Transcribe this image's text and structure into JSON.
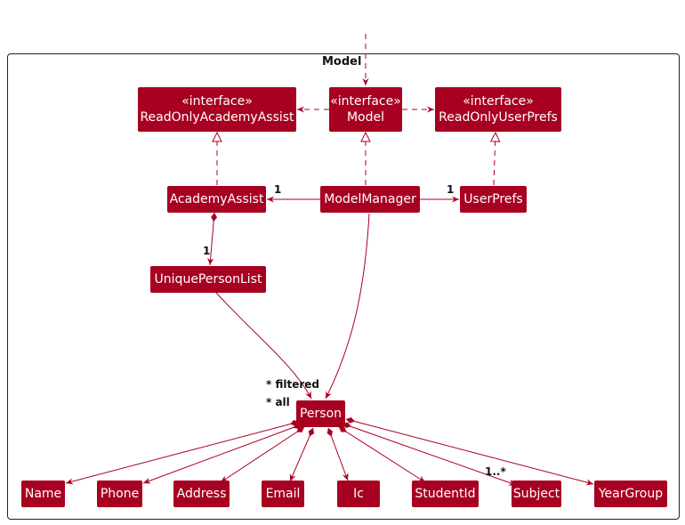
{
  "package": {
    "title": "Model"
  },
  "stereotype": "«interface»",
  "classes": {
    "read_only_academy_assist": "ReadOnlyAcademyAssist",
    "model": "Model",
    "read_only_user_prefs": "ReadOnlyUserPrefs",
    "academy_assist": "AcademyAssist",
    "model_manager": "ModelManager",
    "user_prefs": "UserPrefs",
    "unique_person_list": "UniquePersonList",
    "person": "Person",
    "name": "Name",
    "phone": "Phone",
    "address": "Address",
    "email": "Email",
    "ic": "Ic",
    "student_id": "StudentId",
    "subject": "Subject",
    "year_group": "YearGroup"
  },
  "multiplicities": {
    "model_manager_academy_assist": "1",
    "model_manager_user_prefs": "1",
    "academy_assist_person_list": "1",
    "person_filtered": "* filtered",
    "person_all": "* all",
    "person_subject": "1..*"
  },
  "colors": {
    "class_fill": "#a80021",
    "edge": "#a80021",
    "text_on_class": "#ffffff"
  }
}
